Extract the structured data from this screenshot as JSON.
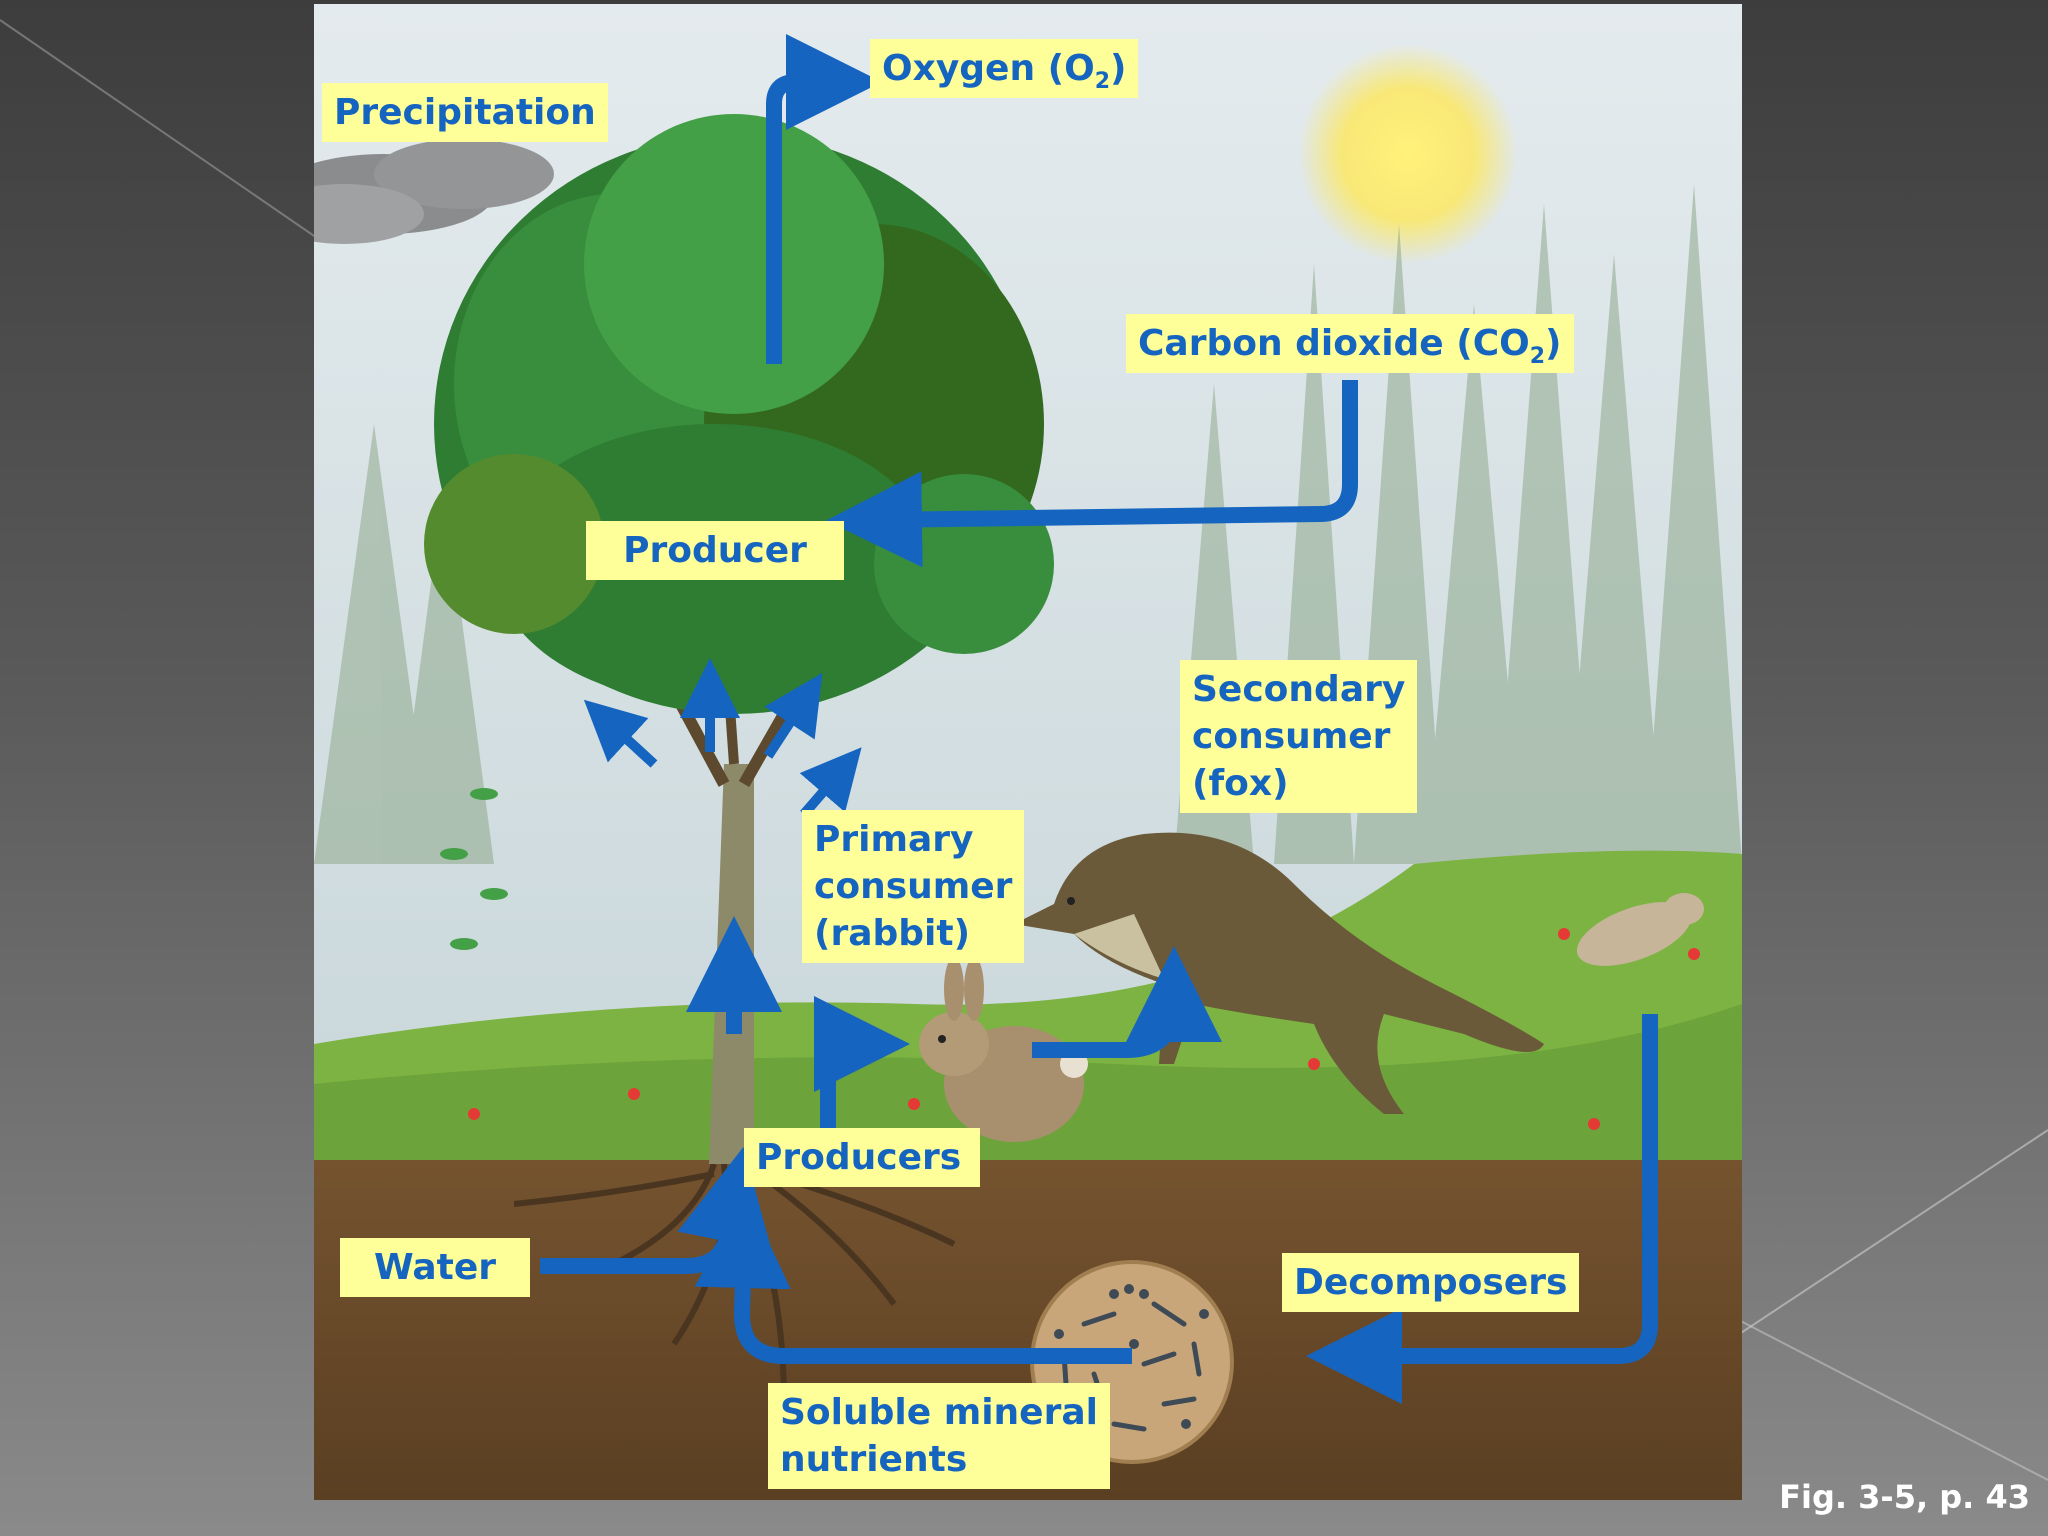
{
  "labels": {
    "precipitation": "Precipitation",
    "oxygen": "Oxygen (O",
    "oxygen_sub": "2",
    "oxygen_close": ")",
    "carbon_dioxide": "Carbon dioxide (CO",
    "carbon_dioxide_sub": "2",
    "carbon_dioxide_close": ")",
    "producer": "Producer",
    "secondary_consumer": [
      "Secondary",
      "consumer",
      "(fox)"
    ],
    "primary_consumer": [
      "Primary",
      "consumer",
      "(rabbit)"
    ],
    "producers": "Producers",
    "water": "Water",
    "decomposers": "Decomposers",
    "soluble_minerals": [
      "Soluble mineral",
      "nutrients"
    ]
  },
  "caption": "Fig. 3-5, p. 43",
  "colors": {
    "arrow": "#1565c0",
    "label_bg": "#ffff99",
    "label_text": "#1565c0",
    "sky": "#d8e2e6",
    "grass": "#7cb342",
    "soil": "#6d4c2e",
    "foliage": "#2e7d32"
  },
  "icons": [
    "tree-icon",
    "sun-icon",
    "cloud-icon",
    "rabbit-icon",
    "fox-icon",
    "dead-rabbit-icon",
    "decomposer-microbes-icon"
  ]
}
